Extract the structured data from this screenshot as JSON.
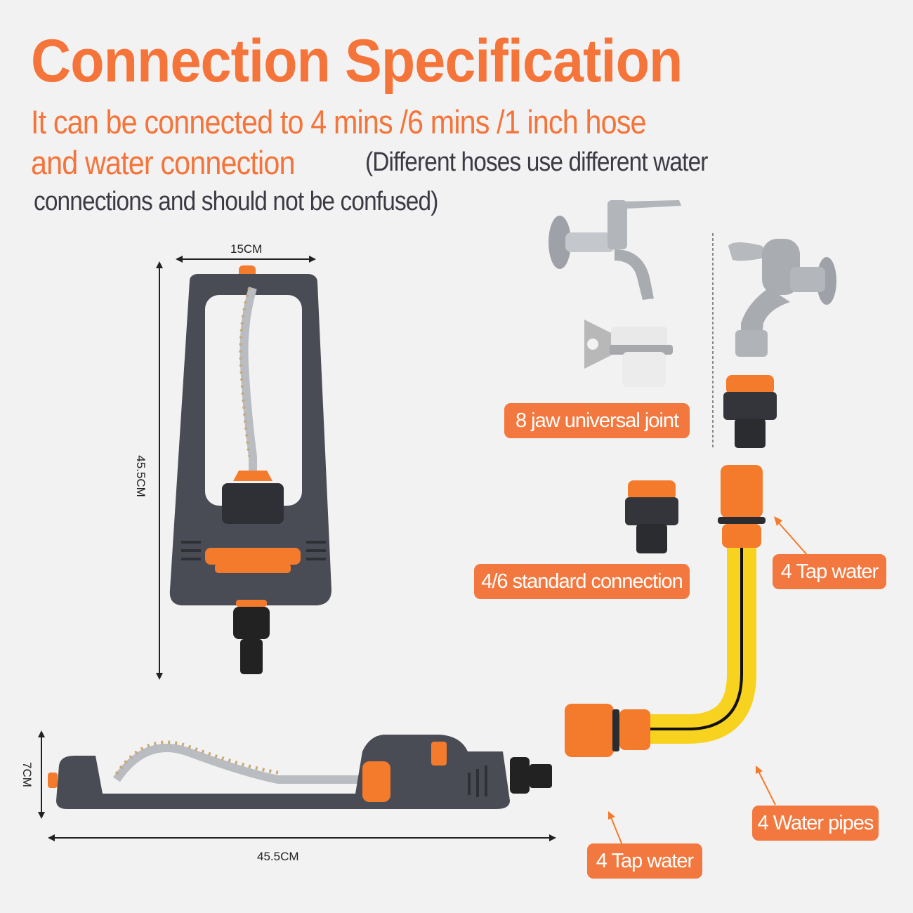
{
  "header": {
    "title": "Connection Specification",
    "subtitle_line1": "It can be connected to 4 mins /6 mins /1 inch hose",
    "subtitle_line2": "and water connection",
    "note_line1": "(Different hoses use different  water",
    "note_line2": "connections and should not be confused)"
  },
  "dimensions": {
    "vertical_width": "15CM",
    "vertical_length": "45.5CM",
    "horizontal_height": "7CM",
    "horizontal_length": "45.5CM"
  },
  "labels": {
    "universal_joint": "8 jaw universal joint",
    "standard_connection": "4/6 standard connection",
    "tap_water_upper": "4 Tap water",
    "water_pipes": "4 Water pipes",
    "tap_water_lower": "4 Tap water"
  },
  "colors": {
    "accent": "#f5743a",
    "tag_bg": "#f3783f",
    "body_gray": "#4a4c55",
    "hose_yellow": "#f7d21e",
    "background": "#f3f2f2"
  }
}
